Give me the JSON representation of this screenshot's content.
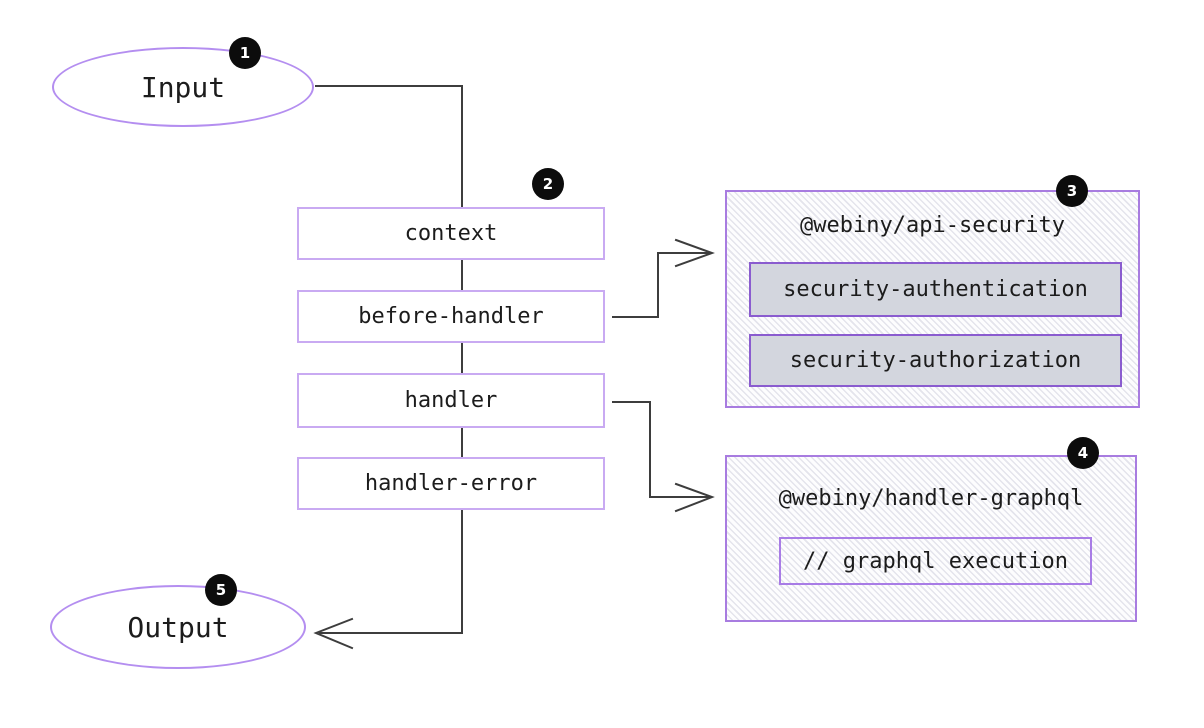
{
  "flow": {
    "input_label": "Input",
    "output_label": "Output",
    "steps": [
      {
        "label": "context"
      },
      {
        "label": "before-handler"
      },
      {
        "label": "handler"
      },
      {
        "label": "handler-error"
      }
    ]
  },
  "panels": [
    {
      "title": "@webiny/api-security",
      "items": [
        "security-authentication",
        "security-authorization"
      ]
    },
    {
      "title": "@webiny/handler-graphql",
      "items": [
        "// graphql execution"
      ]
    }
  ],
  "badges": {
    "input": "1",
    "pipeline": "2",
    "api_security": "3",
    "handler_graphql": "4",
    "output": "5"
  },
  "colors": {
    "node_border_light": "#b48ef0",
    "step_border": "#c9aaf2",
    "panel_border": "#a87ce0",
    "item_border": "#8a5ccf",
    "item_fill": "#d3d6de",
    "hatch_stripe": "#e4e4ec",
    "connector": "#3d3d3d",
    "badge_bg": "#0c0c0c",
    "badge_text": "#ffffff"
  }
}
